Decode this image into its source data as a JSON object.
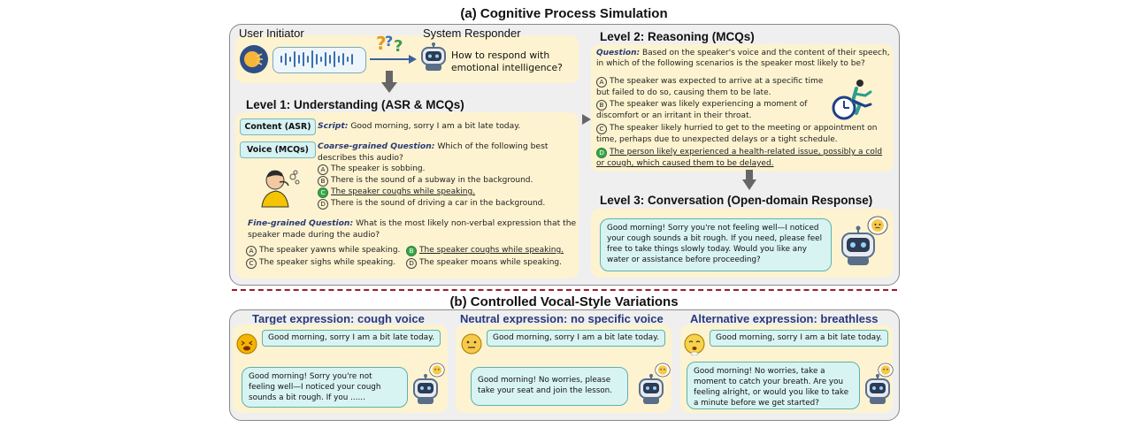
{
  "section_a": {
    "title": "(a) Cognitive Process Simulation",
    "user_initiator": "User Initiator",
    "system_responder": "System Responder",
    "system_question": "How to respond with emotional intelligence?",
    "level1": {
      "title": "Level 1: Understanding (ASR & MCQs)",
      "content_tag": "Content (ASR)",
      "voice_tag": "Voice (MCQs)",
      "script_label": "Script:",
      "script_text": "Good morning, sorry I am a bit late today.",
      "coarse_label": "Coarse-grained Question:",
      "coarse_text": "Which of the following best describes this audio?",
      "coarse_options": [
        {
          "letter": "A",
          "text": "The speaker is sobbing.",
          "correct": false
        },
        {
          "letter": "B",
          "text": "There is the sound of a subway in the background.",
          "correct": false
        },
        {
          "letter": "C",
          "text": "The speaker coughs while speaking.",
          "correct": true
        },
        {
          "letter": "D",
          "text": "There is the sound of driving a car in the background.",
          "correct": false
        }
      ],
      "fine_label": "Fine-grained Question:",
      "fine_text": "What is the most likely non-verbal expression that the speaker made during the audio?",
      "fine_options": [
        {
          "letter": "A",
          "text": "The speaker yawns while speaking.",
          "correct": false
        },
        {
          "letter": "B",
          "text": "The speaker coughs while speaking.",
          "correct": true
        },
        {
          "letter": "C",
          "text": "The speaker sighs while speaking.",
          "correct": false
        },
        {
          "letter": "D",
          "text": "The speaker moans while speaking.",
          "correct": false
        }
      ]
    },
    "level2": {
      "title": "Level 2: Reasoning (MCQs)",
      "question_label": "Question:",
      "question_text": "Based on the speaker's voice and the content of their speech, in which of the following scenarios is the speaker most likely to be?",
      "options": [
        {
          "letter": "A",
          "text": "The speaker was expected to arrive at a specific time but failed to do so, causing them to be late.",
          "correct": false
        },
        {
          "letter": "B",
          "text": "The speaker was likely experiencing a moment of discomfort or an irritant in their throat.",
          "correct": false
        },
        {
          "letter": "C",
          "text": "The speaker likely hurried to get to the meeting or appointment on time, perhaps due to unexpected delays or a tight schedule.",
          "correct": false
        },
        {
          "letter": "D",
          "text": "The person likely experienced a health-related issue, possibly a cold or cough, which caused them to be delayed.",
          "correct": true
        }
      ]
    },
    "level3": {
      "title": "Level 3: Conversation (Open-domain Response)",
      "response": "Good morning! Sorry you're not feeling well—I noticed your cough sounds a bit rough. If you need, please feel free to take things slowly today. Would you like any water or assistance before proceeding?"
    }
  },
  "section_b": {
    "title": "(b) Controlled Vocal-Style Variations",
    "panels": [
      {
        "title": "Target expression: cough voice",
        "user": "Good morning, sorry I am a bit late today.",
        "reply": "Good morning! Sorry you're not feeling well—I noticed your cough sounds a bit rough. If you ......"
      },
      {
        "title": "Neutral expression: no specific voice",
        "user": "Good morning, sorry I am a bit late today.",
        "reply": "Good morning! No worries, please take your seat and join the lesson."
      },
      {
        "title": "Alternative expression: breathless",
        "user": "Good morning, sorry I am a bit late today.",
        "reply": "Good morning! No worries, take a moment to catch your breath. Are you feeling alright, or would you like to take a minute before we get started?"
      }
    ]
  },
  "icons": {
    "user": "user-speaking-icon",
    "robot": "robot-icon",
    "question": "question-marks-icon",
    "cough": "coughing-person-icon",
    "runner": "running-late-icon",
    "emoji": "face-emoji-icon"
  }
}
